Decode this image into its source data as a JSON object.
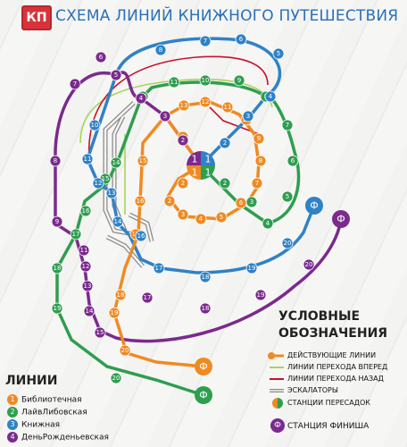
{
  "header": {
    "logo_text": "КП",
    "title": "СХЕМА ЛИНИЙ КНИЖНОГО ПУТЕШЕСТВИЯ"
  },
  "colors": {
    "orange": "#ef8a22",
    "green": "#2e9e4f",
    "blue": "#2f82c6",
    "purple": "#7b2a8e",
    "lightgreen": "#a8d35a",
    "red": "#c8102e",
    "gray": "#8a8a8a"
  },
  "center_numbers": [
    "1",
    "1",
    "1",
    "1"
  ],
  "legend": {
    "title_line1": "УСЛОВНЫЕ",
    "title_line2": "ОБОЗНАЧЕНИЯ",
    "items": [
      {
        "label": "ДЕЙСТВУЮЩИЕ ЛИНИИ"
      },
      {
        "label": "ЛИНИИ ПЕРЕХОДА ВПЕРЕД"
      },
      {
        "label": "ЛИНИИ ПЕРЕХОДА НАЗАД"
      },
      {
        "label": "ЭСКАЛАТОРЫ"
      },
      {
        "label": "СТАНЦИИ ПЕРЕСАДОК"
      },
      {
        "label": "СТАНЦИЯ ФИНИША",
        "badge": "Ф"
      }
    ]
  },
  "lines": {
    "title": "ЛИНИИ",
    "items": [
      {
        "num": "1",
        "name": "Библиотечная",
        "color": "#ef8a22"
      },
      {
        "num": "2",
        "name": "ЛайвЛибовская",
        "color": "#2e9e4f"
      },
      {
        "num": "3",
        "name": "Книжная",
        "color": "#2f82c6"
      },
      {
        "num": "4",
        "name": "ДеньРожденьевская",
        "color": "#7b2a8e"
      }
    ]
  },
  "finish_label": "Ф"
}
